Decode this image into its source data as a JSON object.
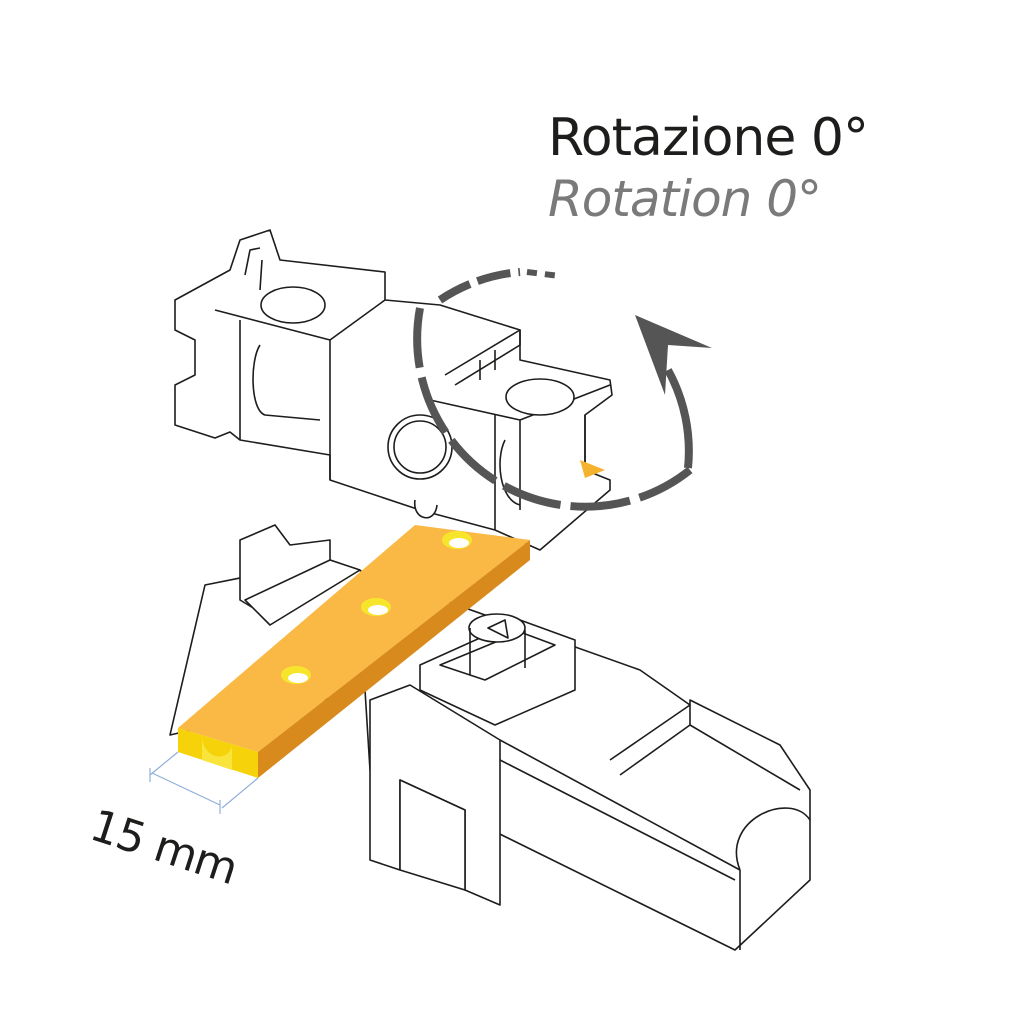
{
  "title_it": "Rotazione 0°",
  "title_en": "Rotation 0°",
  "dimension_label": "15 mm",
  "colors": {
    "strip_top": "#f9b944",
    "strip_side": "#d98a1c",
    "strip_front": "#f5d20a",
    "arrow": "#555555",
    "dimension_line": "#8fb0d8"
  }
}
